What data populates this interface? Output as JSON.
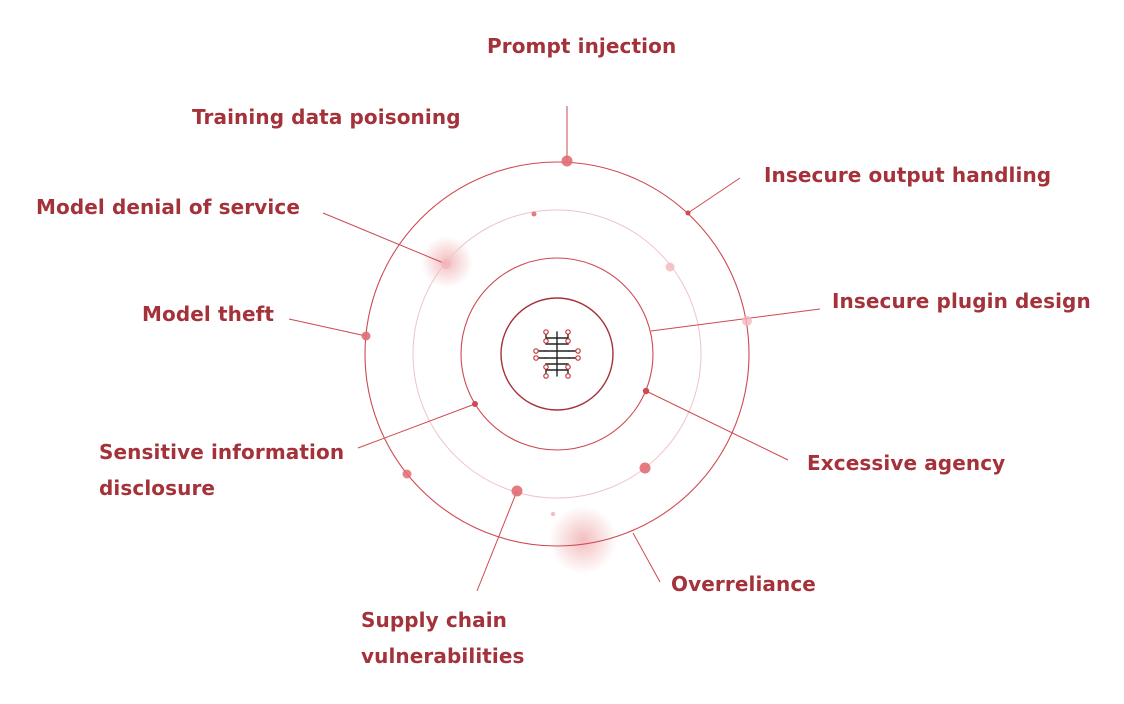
{
  "colors": {
    "accent": "#a4323a",
    "line": "#cd4a50",
    "ring_faint": "#f0c4c6",
    "dot": "#e06d73",
    "dot_light": "#f3b7ba",
    "icon_dark": "#222222",
    "icon_accent": "#c23a40"
  },
  "center_icon": "neural-network-icon",
  "risks": [
    {
      "id": "prompt-injection",
      "label": "Prompt injection"
    },
    {
      "id": "insecure-output-handling",
      "label": "Insecure output handling"
    },
    {
      "id": "training-data-poisoning",
      "label": "Training data poisoning"
    },
    {
      "id": "model-denial-of-service",
      "label": "Model denial of service"
    },
    {
      "id": "insecure-plugin-design",
      "label": "Insecure plugin design"
    },
    {
      "id": "model-theft",
      "label": "Model theft"
    },
    {
      "id": "excessive-agency",
      "label": "Excessive agency"
    },
    {
      "id": "sensitive-information-disclosure",
      "label": "Sensitive information\ndisclosure"
    },
    {
      "id": "overreliance",
      "label": "Overreliance"
    },
    {
      "id": "supply-chain-vulnerabilities",
      "label": "Supply chain\nvulnerabilities"
    }
  ]
}
